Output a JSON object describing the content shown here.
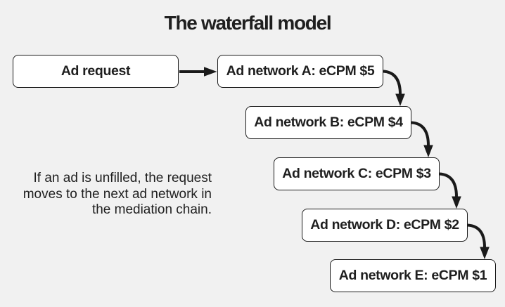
{
  "title": "The waterfall model",
  "nodes": [
    {
      "id": "ad-request",
      "label": "Ad request"
    },
    {
      "id": "ad-network-a",
      "label": "Ad network A: eCPM $5"
    },
    {
      "id": "ad-network-b",
      "label": "Ad network B: eCPM $4"
    },
    {
      "id": "ad-network-c",
      "label": "Ad network C: eCPM $3"
    },
    {
      "id": "ad-network-d",
      "label": "Ad network D: eCPM $2"
    },
    {
      "id": "ad-network-e",
      "label": "Ad network E: eCPM $1"
    }
  ],
  "connections": [
    {
      "from": "ad-request",
      "to": "ad-network-a"
    },
    {
      "from": "ad-network-a",
      "to": "ad-network-b"
    },
    {
      "from": "ad-network-b",
      "to": "ad-network-c"
    },
    {
      "from": "ad-network-c",
      "to": "ad-network-d"
    },
    {
      "from": "ad-network-d",
      "to": "ad-network-e"
    }
  ],
  "note": {
    "lines": [
      "If an ad is unfilled, the request",
      "moves to the next ad network in",
      "the mediation chain."
    ],
    "text": "If an ad is unfilled, the request moves to the next ad network in the mediation chain."
  },
  "colors": {
    "bg": "#f1f1f1",
    "ink": "#1f1f1f",
    "node-fill": "#ffffff",
    "node-border": "#1a1a1a",
    "arrow": "#1a1a1a"
  }
}
